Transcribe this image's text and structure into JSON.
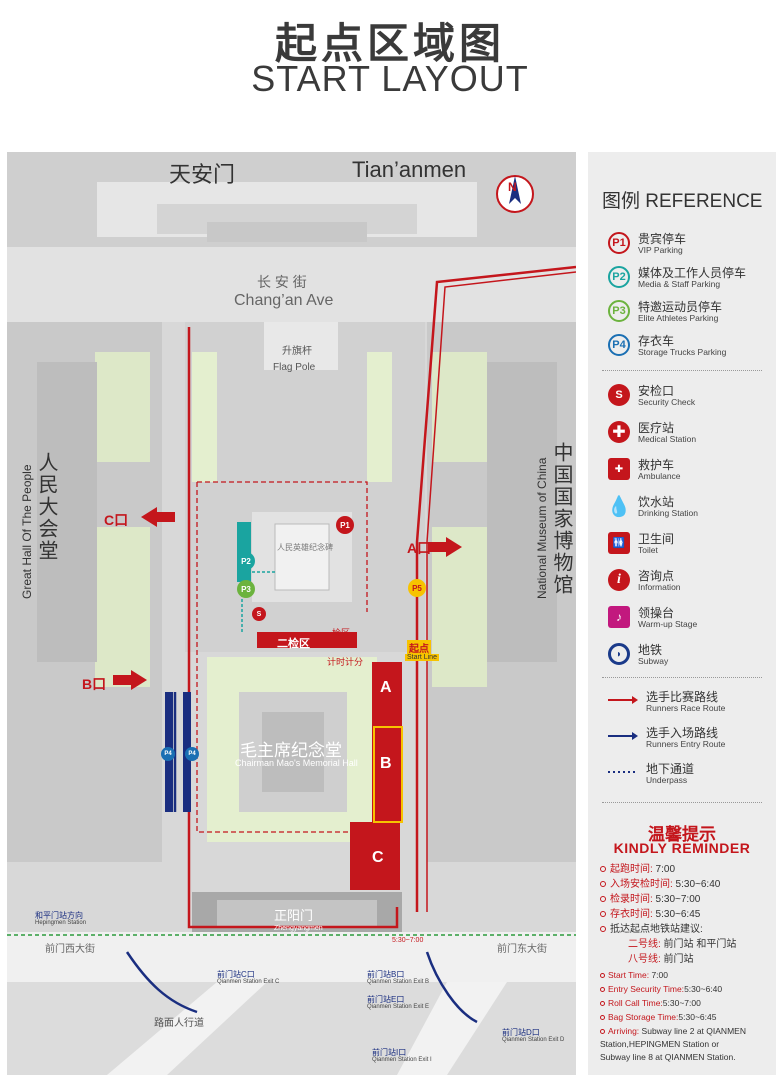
{
  "header": {
    "title_cn": "起点区域图",
    "title_en": "START LAYOUT"
  },
  "map": {
    "tiananmen_cn": "天安门",
    "tiananmen_en": "Tian’anmen",
    "north": "N",
    "changan_cn": "长 安 街",
    "changan_en": "Chang’an Ave",
    "flagpole_cn": "升旗杆",
    "flagpole_en": "Flag Pole",
    "great_hall_cn": "人民大会堂",
    "great_hall_en": "Great Hall Of The People",
    "museum_cn": "中国国家博物馆",
    "museum_en": "National Museum of China",
    "monument_cn": "人民英雄纪念碑",
    "memorial_cn": "毛主席纪念堂",
    "memorial_en": "Chairman Mao's Memorial Hall",
    "zhengyangmen_cn": "正阳门",
    "zhengyangmen_en": "Zhengyangmen",
    "gate_a": "A口",
    "gate_b": "B口",
    "gate_c": "C口",
    "start_cn": "起点",
    "start_en": "Start Line",
    "checkpoint2": "二检区",
    "checkpoint1": "一检区",
    "timing": "计时计分",
    "zone_a": "A",
    "zone_b": "B",
    "zone_c": "C",
    "qianmen_west_cn": "前门西大街",
    "qianmen_east_cn": "前门东大街",
    "hepingmen_cn": "和平门站方向",
    "hepingmen_en": "Hepingmen Station",
    "exit_c_cn": "前门站C口",
    "exit_c_en": "Qianmen Station Exit C",
    "exit_b_cn": "前门站B口",
    "exit_b_en": "Qianmen Station Exit B",
    "exit_e_cn": "前门站E口",
    "exit_e_en": "Qianmen Station Exit E",
    "exit_d_cn": "前门站D口",
    "exit_d_en": "Qianmen Station Exit D",
    "exit_i_cn": "前门站I口",
    "exit_i_en": "Qianmen Station Exit I",
    "pedestrian_cn": "路面人行道",
    "time_label": "5:30~7:00",
    "p1": "P1",
    "p2": "P2",
    "p3": "P3",
    "p4": "P4",
    "p5": "P5",
    "s": "S"
  },
  "legend": {
    "title": "图例 REFERENCE",
    "items": [
      {
        "icon": "P1",
        "cn": "贵宾停车",
        "en": "VIP Parking",
        "color": "#c4161c"
      },
      {
        "icon": "P2",
        "cn": "媒体及工作人员停车",
        "en": "Media & Staff Parking",
        "color": "#1aa4a0"
      },
      {
        "icon": "P3",
        "cn": "特邀运动员停车",
        "en": "Elite Athletes Parking",
        "color": "#6cb33e"
      },
      {
        "icon": "P4",
        "cn": "存衣车",
        "en": "Storage Trucks Parking",
        "color": "#1a6fb3"
      },
      {
        "icon": "S",
        "cn": "安检口",
        "en": "Security Check",
        "color": "#c4161c"
      },
      {
        "icon": "+",
        "cn": "医疗站",
        "en": "Medical Station",
        "color": "#c4161c"
      },
      {
        "icon": "amb",
        "cn": "救护车",
        "en": "Ambulance",
        "color": "#c4161c"
      },
      {
        "icon": "drop",
        "cn": "饮水站",
        "en": "Drinking Station",
        "color": "#1a6fb3"
      },
      {
        "icon": "wc",
        "cn": "卫生间",
        "en": "Toilet",
        "color": "#c4161c"
      },
      {
        "icon": "i",
        "cn": "咨询点",
        "en": "Information",
        "color": "#c4161c"
      },
      {
        "icon": "stage",
        "cn": "领操台",
        "en": "Warm-up Stage",
        "color": "#c2187e"
      },
      {
        "icon": "subway",
        "cn": "地铁",
        "en": "Subway",
        "color": "#1a3a8a"
      }
    ],
    "routes": [
      {
        "cn": "选手比赛路线",
        "en": "Runners Race Route",
        "color": "#c4161c"
      },
      {
        "cn": "选手入场路线",
        "en": "Runners Entry Route",
        "color": "#1a2e80"
      },
      {
        "cn": "地下通道",
        "en": "Underpass",
        "color": "#1a2e80"
      }
    ]
  },
  "reminder": {
    "title_cn": "温馨提示",
    "title_en": "KINDLY REMINDER",
    "cn_lines": [
      {
        "k": "起跑时间:",
        "v": " 7:00"
      },
      {
        "k": "入场安检时间:",
        "v": " 5:30~6:40"
      },
      {
        "k": "检录时间:",
        "v": " 5:30~7:00"
      },
      {
        "k": "存衣时间:",
        "v": " 5:30~6:45"
      },
      {
        "k": "抵达起点地铁站建议:",
        "v": ""
      },
      {
        "k": "二号线:",
        "v": " 前门站  和平门站"
      },
      {
        "k": "八号线:",
        "v": " 前门站"
      }
    ],
    "en_lines": [
      {
        "k": "Start Time:",
        "v": " 7:00"
      },
      {
        "k": "Entry Security Time:",
        "v": "5:30~6:40"
      },
      {
        "k": "Roll Call Time:",
        "v": "5:30~7:00"
      },
      {
        "k": "Bag Storage Time:",
        "v": "5:30~6:45"
      },
      {
        "k": "Arriving:",
        "v": " Subway line 2 at QIANMEN"
      },
      {
        "k": "",
        "v": "Station,HEPINGMEN Station or"
      },
      {
        "k": "",
        "v": "Subway line 8 at QIANMEN Station."
      }
    ]
  }
}
